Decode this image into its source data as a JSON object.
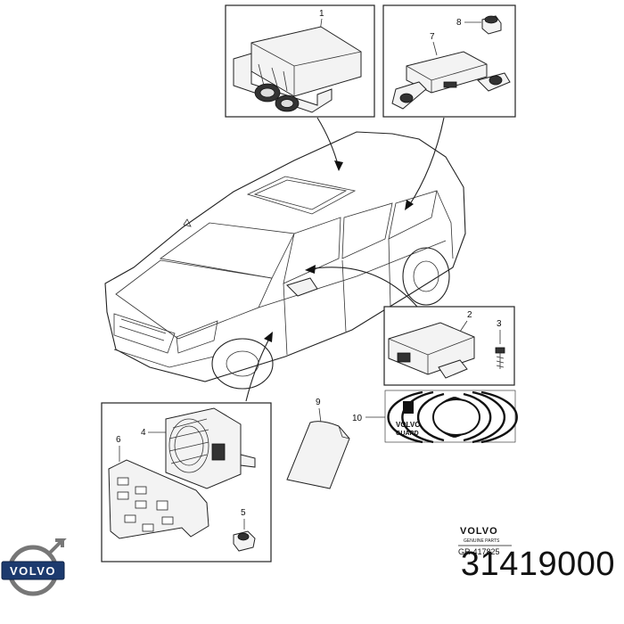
{
  "callouts": {
    "c1": "1",
    "c2": "2",
    "c3": "3",
    "c4": "4",
    "c5": "5",
    "c6": "6",
    "c7": "7",
    "c8": "8",
    "c9": "9",
    "c10": "10"
  },
  "decal_text": {
    "line1": "VOLVO",
    "line2": "GUARD"
  },
  "stamp": {
    "brand": "VOLVO",
    "subtitle": "GENUINE PARTS",
    "ref": "GR-417825"
  },
  "logo": {
    "brand": "VOLVO"
  },
  "part_number": "31419000"
}
